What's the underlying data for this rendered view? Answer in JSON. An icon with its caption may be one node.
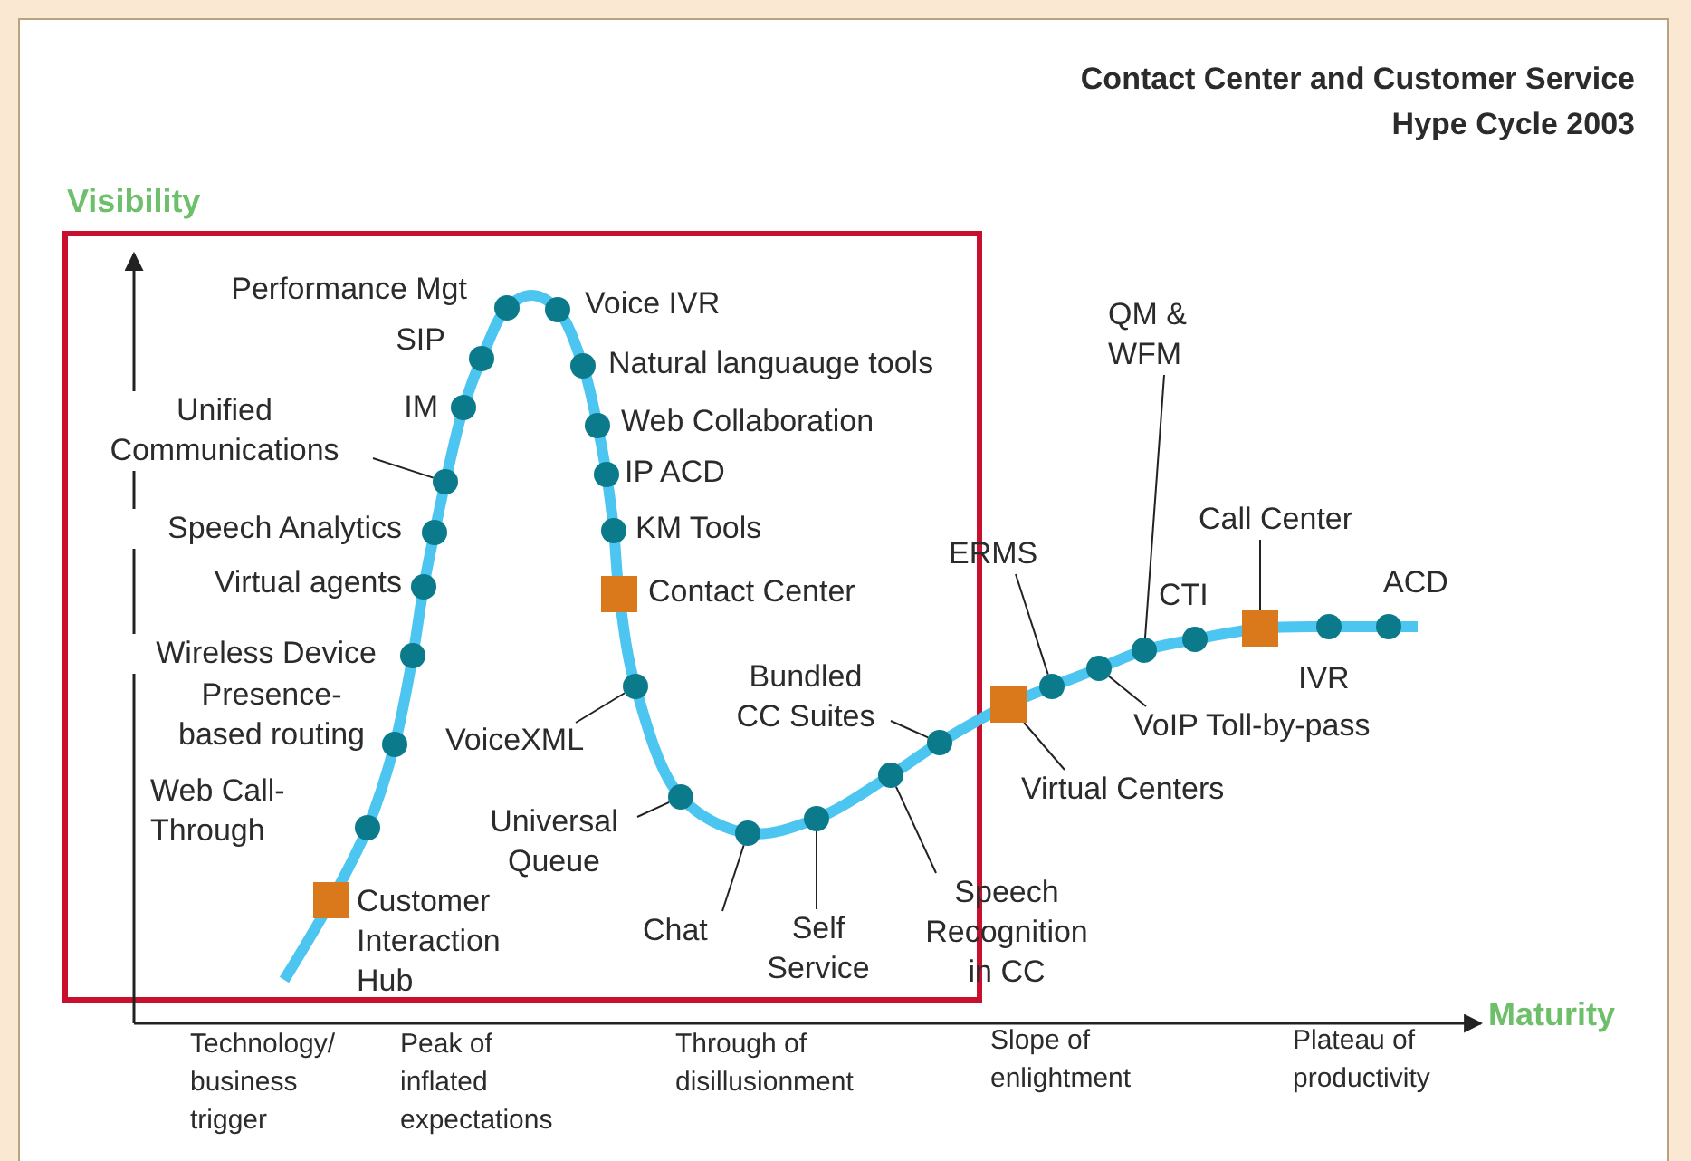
{
  "diagram": {
    "title": "Contact Center and Customer Service Hype Cycle 2003",
    "nodes": [
      {
        "text": [],
        "shape": "box",
        "beside": [
          "Customer Interaction Hub"
        ]
      },
      {
        "text": [],
        "shape": "circle",
        "beside": [
          "Web Call-Through"
        ]
      },
      {
        "text": [],
        "shape": "circle",
        "beside": [
          "Presence-based routing"
        ]
      },
      {
        "text": [],
        "shape": "circle",
        "beside": [
          "Wireless Device"
        ]
      },
      {
        "text": [],
        "shape": "circle",
        "beside": [
          "Virtual agents"
        ]
      },
      {
        "text": [],
        "shape": "circle",
        "beside": [
          "Speech Analytics"
        ]
      },
      {
        "text": [
          "Unified Communications"
        ]
      },
      {
        "text": [],
        "shape": "circle"
      },
      {
        "text": [],
        "shape": "circle",
        "beside": [
          "IM"
        ]
      },
      {
        "text": [],
        "shape": "circle",
        "beside": [
          "SIP"
        ]
      },
      {
        "text": [],
        "shape": "circle",
        "beside": [
          "Performance Mgt"
        ]
      },
      {
        "text": [],
        "shape": "circle",
        "beside": [
          "Voice IVR"
        ]
      },
      {
        "text": [],
        "shape": "circle",
        "beside": [
          "Natural languauge tools"
        ]
      },
      {
        "text": [],
        "shape": "circle",
        "beside": [
          "Web Collaboration"
        ]
      },
      {
        "text": [],
        "shape": "circle",
        "beside": [
          "IP ACD"
        ]
      },
      {
        "text": [],
        "shape": "circle",
        "beside": [
          "KM Tools"
        ]
      },
      {
        "text": [],
        "shape": "box",
        "beside": [
          "Contact Center"
        ]
      },
      {
        "text": [
          "VoiceXML"
        ]
      },
      {
        "text": [],
        "shape": "circle"
      },
      {
        "text": [
          "Universal Queue"
        ]
      },
      {
        "text": [],
        "shape": "circle"
      },
      {
        "text": [
          "Chat"
        ]
      },
      {
        "text": [],
        "shape": "circle"
      },
      {
        "text": [
          "Self Service"
        ]
      },
      {
        "text": [],
        "shape": "circle"
      },
      {
        "text": [
          "Speech Recognition in CC"
        ]
      },
      {
        "text": [],
        "shape": "circle"
      },
      {
        "text": [
          "Bundled CC Suites"
        ]
      },
      {
        "text": [],
        "shape": "circle"
      },
      {
        "text": [
          "Virtual Centers"
        ]
      },
      {
        "text": [],
        "shape": "box"
      },
      {
        "text": [
          "ERMS"
        ]
      },
      {
        "text": [],
        "shape": "circle"
      },
      {
        "text": [
          "VoIP Toll-by-pass"
        ]
      },
      {
        "text": [],
        "shape": "circle"
      },
      {
        "text": [
          "QM & WFM"
        ]
      },
      {
        "text": [],
        "shape": "circle"
      },
      {
        "text": [],
        "shape": "circle",
        "beside": [
          "CTI"
        ]
      },
      {
        "text": [
          "Call Center"
        ]
      },
      {
        "text": [],
        "shape": "box"
      },
      {
        "text": [],
        "shape": "circle",
        "beside": [
          "IVR"
        ]
      },
      {
        "text": [],
        "shape": "circle",
        "beside": [
          "ACD"
        ]
      }
    ],
    "edges": [
      {
        "from": 6,
        "to": 7,
        "arrow": "none"
      },
      {
        "from": 17,
        "to": 18,
        "arrow": "none"
      },
      {
        "from": 19,
        "to": 20,
        "arrow": "none"
      },
      {
        "from": 21,
        "to": 22,
        "arrow": "none"
      },
      {
        "from": 23,
        "to": 24,
        "arrow": "none"
      },
      {
        "from": 25,
        "to": 26,
        "arrow": "none"
      },
      {
        "from": 27,
        "to": 28,
        "arrow": "none"
      },
      {
        "from": 29,
        "to": 30,
        "arrow": "none"
      },
      {
        "from": 31,
        "to": 32,
        "arrow": "none"
      },
      {
        "from": 33,
        "to": 34,
        "arrow": "none"
      },
      {
        "from": 35,
        "to": 36,
        "arrow": "none"
      },
      {
        "from": 38,
        "to": 39,
        "arrow": "none"
      }
    ],
    "labels": [
      "Visibility",
      "Maturity",
      "Technology/ business trigger",
      "Peak of inflated expectations",
      "Through of disillusionment",
      "Slope of enlightment",
      "Plateau of productivity"
    ]
  }
}
